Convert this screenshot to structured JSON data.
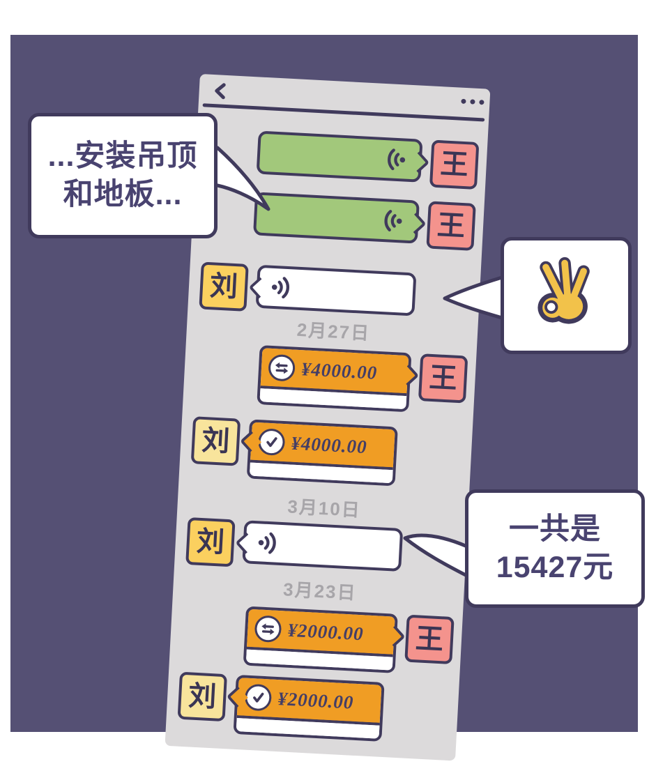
{
  "header": {
    "back_icon": "chevron-left",
    "more_icon": "ellipsis-horizontal"
  },
  "callouts": {
    "left_note": {
      "line1": "...安装吊顶",
      "line2": "和地板..."
    },
    "ok_note": {
      "icon": "ok-hand-gesture"
    },
    "total_note": {
      "line1": "一共是",
      "line2": "15427元"
    }
  },
  "chat": {
    "messages": [
      {
        "type": "voice",
        "side": "right",
        "avatar": "王"
      },
      {
        "type": "voice",
        "side": "right",
        "avatar": "王"
      },
      {
        "type": "voice",
        "side": "left",
        "avatar": "刘"
      },
      {
        "type": "date",
        "text": "2月27日"
      },
      {
        "type": "transfer",
        "side": "right",
        "avatar": "王",
        "amount": "¥4000.00",
        "status": "sent"
      },
      {
        "type": "transfer",
        "side": "left",
        "avatar": "刘",
        "amount": "¥4000.00",
        "status": "accepted"
      },
      {
        "type": "date",
        "text": "3月10日"
      },
      {
        "type": "voice",
        "side": "left",
        "avatar": "刘"
      },
      {
        "type": "date",
        "text": "3月23日"
      },
      {
        "type": "transfer",
        "side": "right",
        "avatar": "王",
        "amount": "¥2000.00",
        "status": "sent"
      },
      {
        "type": "transfer",
        "side": "left",
        "avatar": "刘",
        "amount": "¥2000.00",
        "status": "accepted"
      }
    ]
  },
  "colors": {
    "background_purple": "#555074",
    "screen_gray": "#dcdadb",
    "outline_dark": "#403a5c",
    "bubble_green": "#a2c87b",
    "avatar_pink": "#f4938d",
    "avatar_gold": "#fbd05f",
    "avatar_pale_yellow": "#f8e49c",
    "transfer_orange": "#f09d24",
    "date_gray": "#a7a5a9",
    "hand_yellow": "#f2c24a"
  }
}
